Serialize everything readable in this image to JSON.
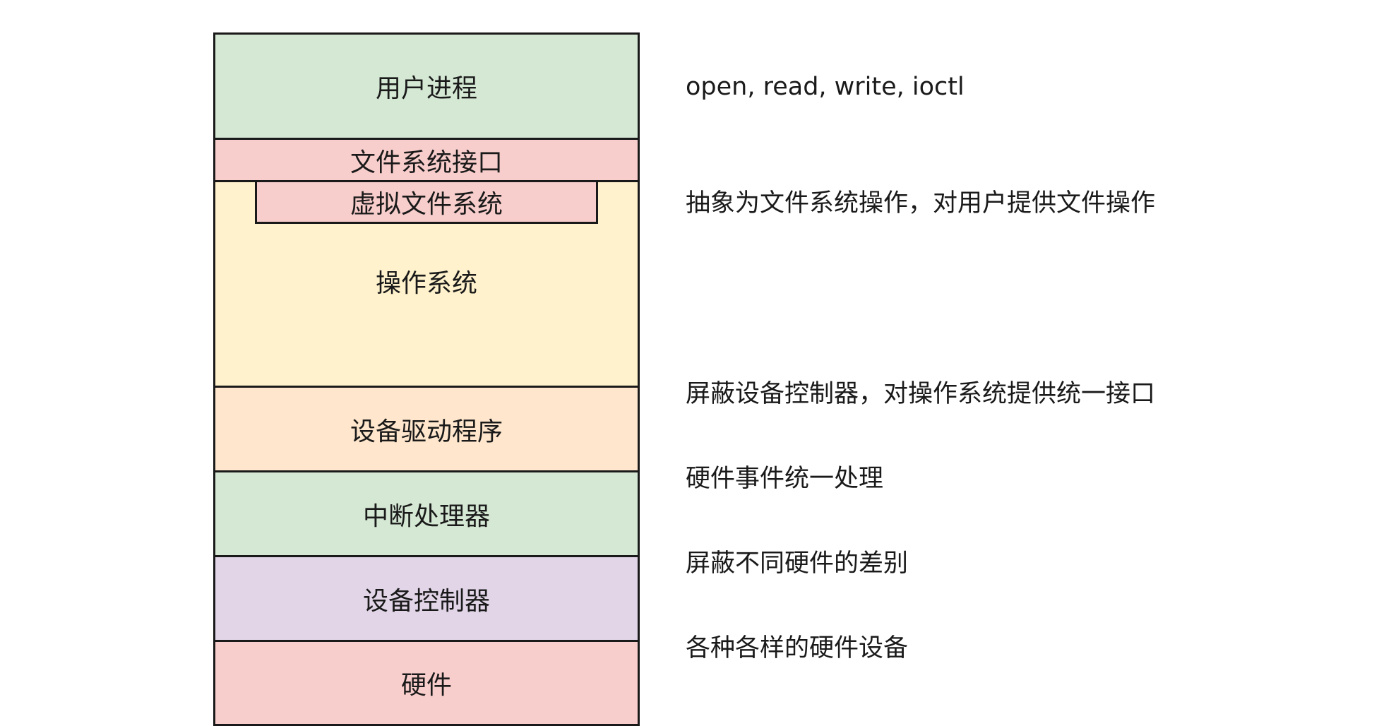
{
  "colors": {
    "green": "#d5e8d4",
    "pink": "#f8cecc",
    "yellow": "#fff2cc",
    "orange": "#ffe6cc",
    "purple": "#e1d5e7",
    "border": "#1a1a1a"
  },
  "layers": {
    "user_process": "用户进程",
    "fs_interface": "文件系统接口",
    "vfs": "虚拟文件系统",
    "os": "操作系统",
    "device_driver": "设备驱动程序",
    "interrupt_handler": "中断处理器",
    "device_controller": "设备控制器",
    "hardware": "硬件"
  },
  "descriptions": {
    "user_process": "open, read, write, ioctl",
    "vfs": "抽象为文件系统操作，对用户提供文件操作",
    "device_driver": "屏蔽设备控制器，对操作系统提供统一接口",
    "interrupt_handler": "硬件事件统一处理",
    "device_controller": "屏蔽不同硬件的差别",
    "hardware": "各种各样的硬件设备"
  }
}
